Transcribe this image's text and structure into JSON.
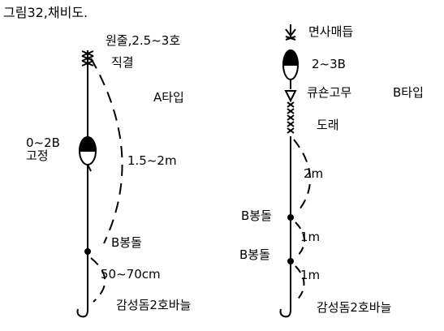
{
  "title": "그림32,채비도.",
  "type_a": {
    "type_label": "A타입",
    "main_line": "원줄,2.5~3호",
    "knot": "직결",
    "float_rating": "0~2B",
    "float_mode": "고정",
    "distance_float_to_sinker": "1.5~2m",
    "sinker": "B봉돌",
    "distance_sinker_to_hook": "50~70cm",
    "hook": "감성돔2호바늘"
  },
  "type_b": {
    "type_label": "B타입",
    "thread_stopper": "면사매듭",
    "float_rating": "2~3B",
    "cushion": "큐숀고무",
    "swivel": "도래",
    "distance_1": "2m",
    "sinker_1": "B봉돌",
    "distance_2": "1m",
    "sinker_2": "B봉돌",
    "distance_3": "1m",
    "hook": "감성돔2호바늘"
  },
  "colors": {
    "ink": "#000000",
    "background": "#ffffff"
  }
}
